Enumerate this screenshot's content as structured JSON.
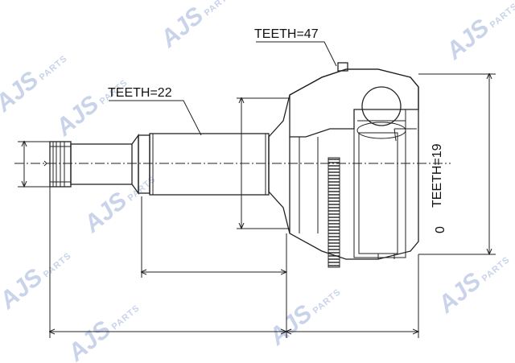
{
  "watermark": {
    "brand": "AJS",
    "sub": "PARTS"
  },
  "labels": {
    "teeth_outer": "TEETH=47",
    "teeth_shaft": "TEETH=22",
    "teeth_inner": "TEETH=19",
    "diameter_symbol": "0"
  },
  "colors": {
    "line": "#222222",
    "watermark": "#c9d3ea",
    "background": "#ffffff"
  }
}
